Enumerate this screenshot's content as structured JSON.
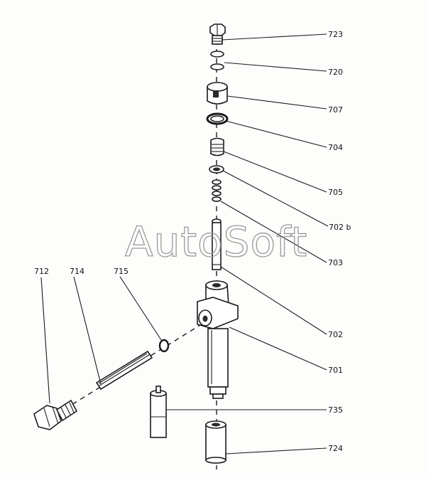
{
  "watermark": "AutoSoft",
  "labels": {
    "p723": "723",
    "p720": "720",
    "p707": "707",
    "p704": "704",
    "p705": "705",
    "p702b": "702 b",
    "p703": "703",
    "p702": "702",
    "p701": "701",
    "p735": "735",
    "p724": "724",
    "p712": "712",
    "p714": "714",
    "p715": "715"
  }
}
